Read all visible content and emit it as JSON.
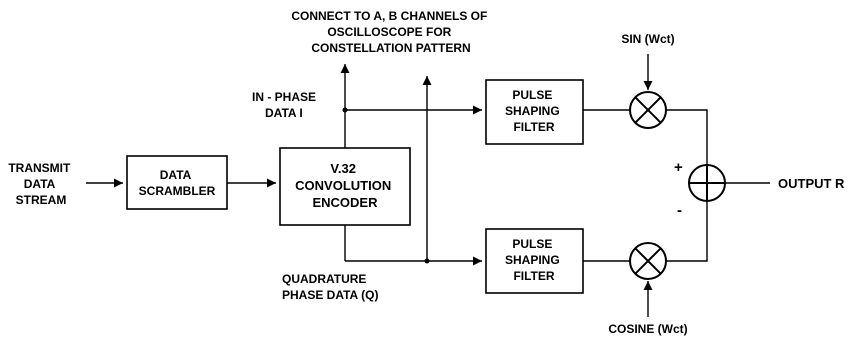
{
  "colors": {
    "ink": "#000000",
    "background": "#ffffff"
  },
  "input": {
    "lines": [
      "TRANSMIT",
      "DATA",
      "STREAM"
    ]
  },
  "scrambler": {
    "lines": [
      "DATA",
      "SCRAMBLER"
    ]
  },
  "encoder": {
    "lines": [
      "V.32",
      "CONVOLUTION",
      "ENCODER"
    ]
  },
  "scope_note": {
    "lines": [
      "CONNECT TO A, B CHANNELS OF",
      "OSCILLOSCOPE FOR",
      "CONSTELLATION PATTERN"
    ]
  },
  "in_phase": {
    "lines": [
      "IN - PHASE",
      "DATA I"
    ]
  },
  "quadrature": {
    "lines": [
      "QUADRATURE",
      "PHASE DATA  (Q)"
    ]
  },
  "filter_top": {
    "lines": [
      "PULSE",
      "SHAPING",
      "FILTER"
    ]
  },
  "filter_bottom": {
    "lines": [
      "PULSE",
      "SHAPING",
      "FILTER"
    ]
  },
  "sin_carrier": {
    "label": "SIN (Wct)"
  },
  "cos_carrier": {
    "label": "COSINE (Wct)"
  },
  "summer": {
    "plus": "+",
    "minus": "-"
  },
  "output": {
    "label": "OUTPUT R"
  },
  "icons": {
    "multiplier": "multiplier-icon",
    "summer": "summing-junction-icon",
    "arrow": "arrowhead-icon",
    "junction": "junction-dot-icon"
  }
}
